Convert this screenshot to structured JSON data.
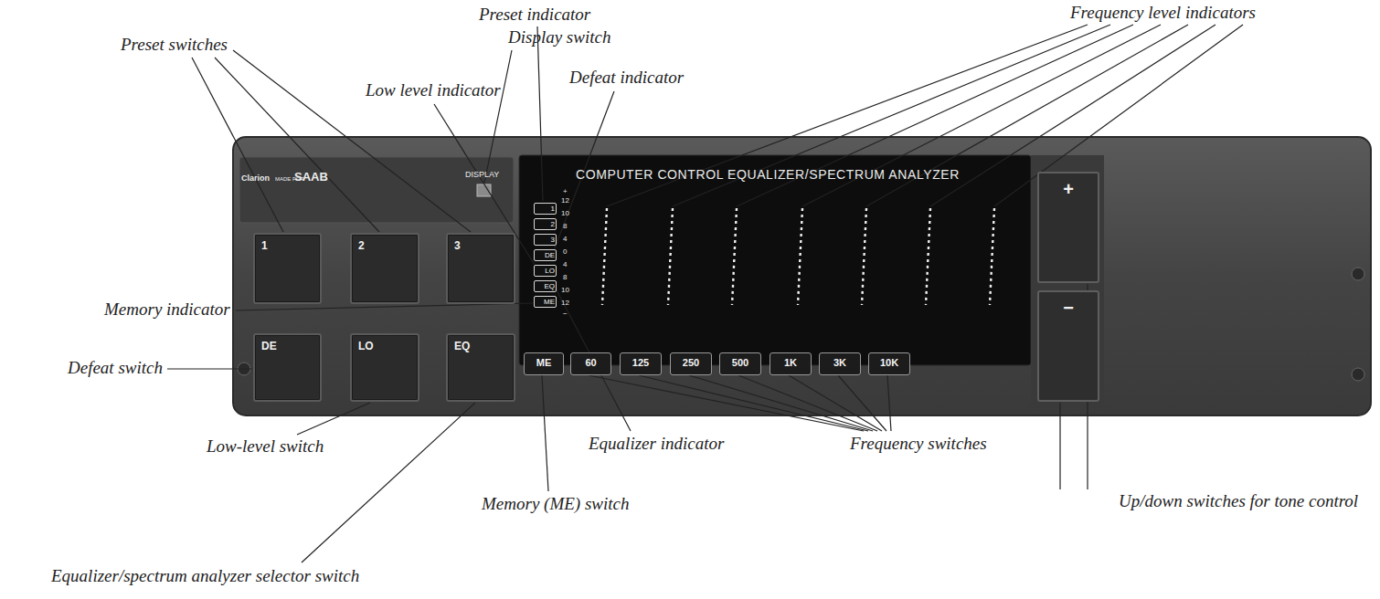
{
  "diagram": {
    "nodes": [
      {
        "text": [
          "Clarion",
          "MADE FOR",
          "SAAB",
          "DISPLAY",
          "COMPUTER CONTROL EQUALIZER/SPECTRUM ANALYZER"
        ]
      },
      {
        "text": [
          "1"
        ],
        "in": 0
      },
      {
        "text": [
          "2"
        ],
        "in": 0
      },
      {
        "text": [
          "3"
        ],
        "in": 0
      },
      {
        "text": [
          "DE"
        ],
        "in": 0
      },
      {
        "text": [
          "LO"
        ],
        "in": 0
      },
      {
        "text": [
          "EQ"
        ],
        "in": 0
      },
      {
        "text": [
          "1"
        ],
        "in": 0
      },
      {
        "text": [
          "2"
        ],
        "in": 0
      },
      {
        "text": [
          "3"
        ],
        "in": 0
      },
      {
        "text": [
          "DE"
        ],
        "in": 0
      },
      {
        "text": [
          "LO"
        ],
        "in": 0
      },
      {
        "text": [
          "EQ"
        ],
        "in": 0
      },
      {
        "text": [
          "ME"
        ],
        "in": 0
      },
      {
        "text": [
          "ME"
        ],
        "in": 0
      },
      {
        "text": [
          "60"
        ],
        "in": 0
      },
      {
        "text": [
          "125"
        ],
        "in": 0
      },
      {
        "text": [
          "250"
        ],
        "in": 0
      },
      {
        "text": [
          "500"
        ],
        "in": 0
      },
      {
        "text": [
          "1K"
        ],
        "in": 0
      },
      {
        "text": [
          "3K"
        ],
        "in": 0
      },
      {
        "text": [
          "10K"
        ],
        "in": 0
      },
      {
        "text": [
          "+"
        ],
        "in": 0
      },
      {
        "text": [
          "−"
        ],
        "in": 0
      }
    ],
    "labels": [
      "Preset indicator",
      "Frequency level indicators",
      "Display switch",
      "Defeat indicator",
      "Low level indicator",
      "Preset switches",
      "Memory indicator",
      "Defeat switch",
      "Low-level switch",
      "Equalizer indicator",
      "Frequency switches",
      "Memory (ME) switch",
      "Up/down switches for tone control",
      "Equalizer/spectrum analyzer selector switch",
      "+",
      "12",
      "10",
      "8",
      "4",
      "0",
      "4",
      "8",
      "10",
      "12",
      "−"
    ]
  }
}
